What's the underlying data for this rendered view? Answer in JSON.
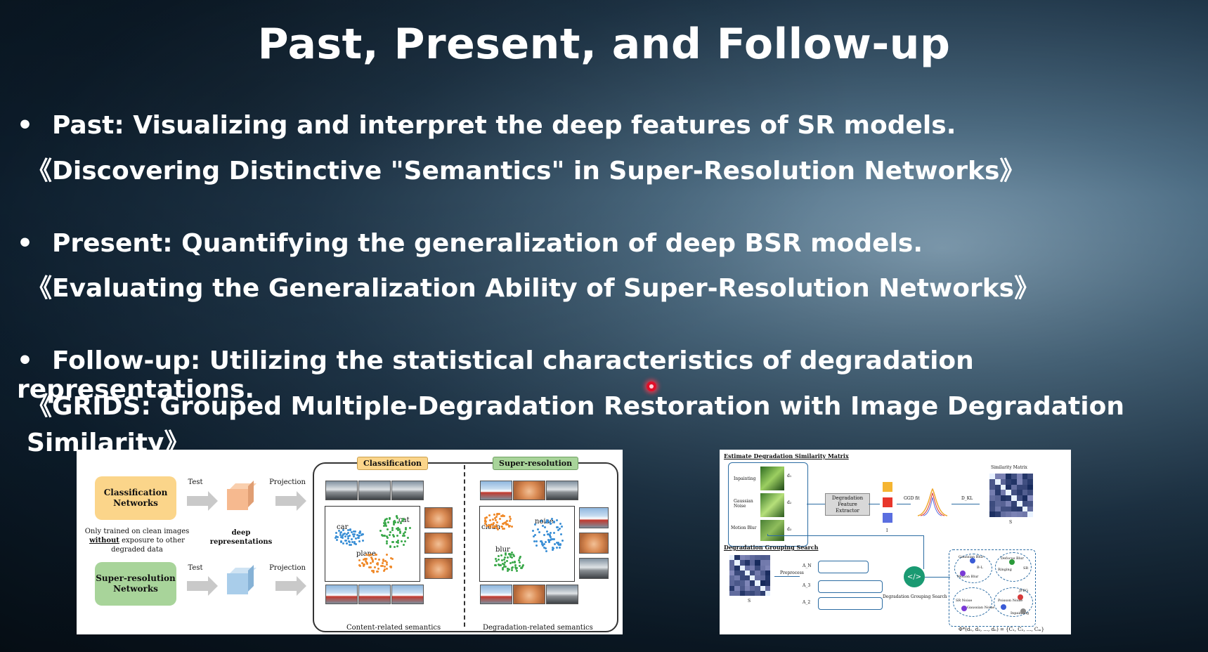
{
  "title": "Past, Present, and Follow-up",
  "bullets": [
    {
      "marker": "•",
      "text": "Past: Visualizing and interpret the deep features of SR models.",
      "paper": "《Discovering Distinctive \"Semantics\" in Super-Resolution Networks》"
    },
    {
      "marker": "•",
      "text": "Present: Quantifying the generalization of deep BSR models.",
      "paper": "《Evaluating the Generalization Ability of Super-Resolution Networks》"
    },
    {
      "marker": "•",
      "text": "Follow-up: Utilizing the statistical characteristics of degradation representations.",
      "paper": "《GRIDS: Grouped Multiple-Degradation Restoration with Image Degradation Similarity》"
    }
  ],
  "figure1": {
    "classification_box": "Classification Networks",
    "sr_box": "Super-resolution Networks",
    "note_prefix": "Only trained on clean images",
    "note_without": "without",
    "note_suffix": "exposure to other degraded data",
    "test": "Test",
    "projection": "Projection",
    "deep_repr": "deep representations",
    "tag_classification": "Classification",
    "tag_sr": "Super-resolution",
    "labels_left": {
      "car": "car",
      "cat": "cat",
      "plane": "plane"
    },
    "labels_right": {
      "clean": "clean",
      "noise": "noise",
      "blur": "blur"
    },
    "caption_left": "Content-related semantics",
    "caption_right": "Degradation-related semantics",
    "colors": {
      "orange_box": "#fbd58a",
      "green_box": "#a8d49a",
      "orange_cube": "#f6b98f",
      "blue_cube": "#a9cdea"
    }
  },
  "figure2": {
    "section1": "Estimate Degradation Similarity Matrix",
    "section2": "Degradation Grouping Search",
    "inputs": [
      "Inpainting",
      "Gaussian Noise",
      "Motion Blur"
    ],
    "d_labels": [
      "d₁",
      "d₂",
      "d₃"
    ],
    "extractor": "Degradation Feature Extractor",
    "ggd": "GGD fit",
    "dkl": "D_KL",
    "similarity_matrix": "Similarity Matrix",
    "s": "S",
    "i": "I",
    "preprocess": "Preprocess",
    "a_labels": [
      "A_N",
      "A_3",
      "A_2"
    ],
    "search": "Degradation Grouping Search",
    "groups_top": [
      "Gaussian Blur",
      "B-L",
      "Defocus Blur",
      "Ringing",
      "SR",
      "Motion Blur"
    ],
    "groups_bottom": [
      "JPEG",
      "SR Noise",
      "Gaussian Noise",
      "Poisson Noise",
      "Inpainting"
    ],
    "formula": "Φ*(d₁, d₂, ..., dₙ) = {C₁, C₂, ..., Cₘ}"
  }
}
